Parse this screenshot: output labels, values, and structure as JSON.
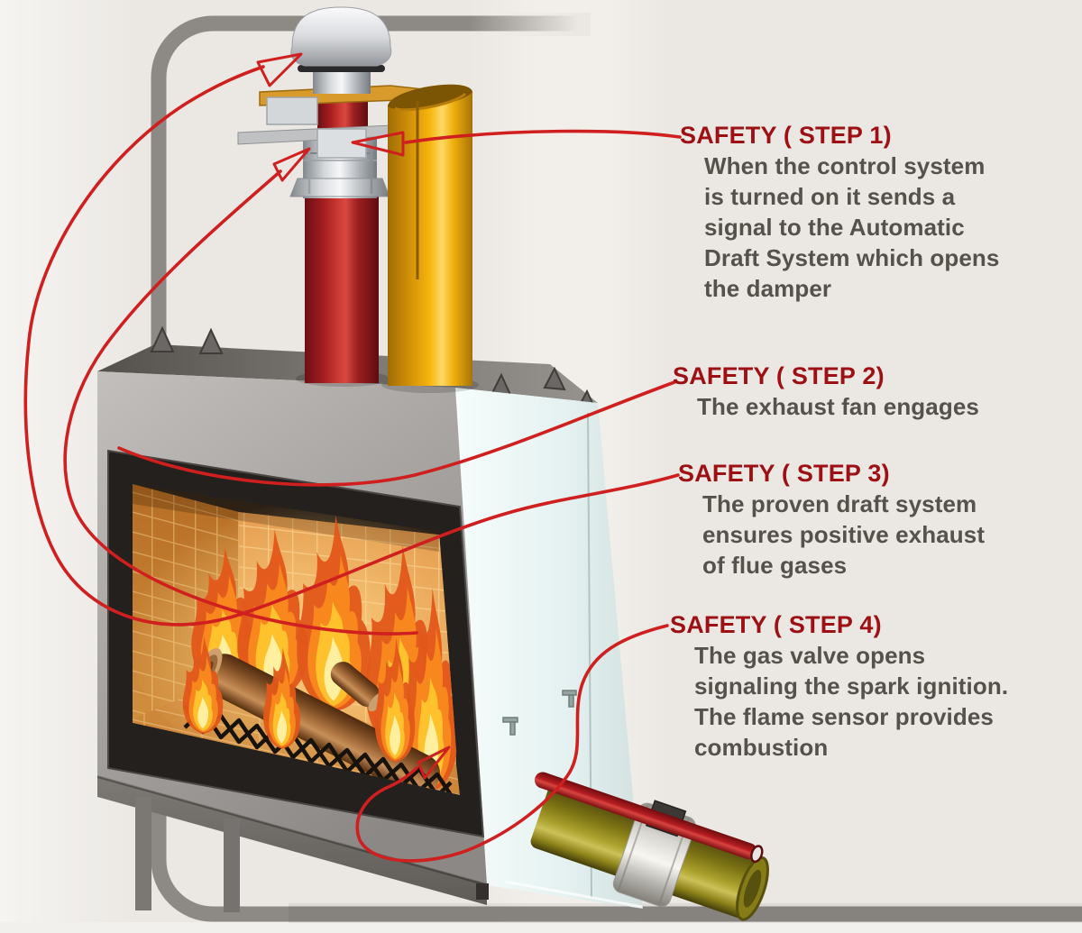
{
  "steps": [
    {
      "heading": "SAFETY ( STEP 1)",
      "body": "When the control system\nis turned on it sends a\nsignal to the Automatic\nDraft System which opens\nthe damper"
    },
    {
      "heading": "SAFETY ( STEP 2)",
      "body": "The exhaust fan engages"
    },
    {
      "heading": "SAFETY ( STEP 3)",
      "body": "The proven draft system\nensures positive exhaust\nof flue gases"
    },
    {
      "heading": "SAFETY ( STEP 4)",
      "body": "The gas valve opens\nsignaling the spark ignition.\nThe flame sensor provides\ncombustion"
    }
  ],
  "colors": {
    "heading_red": "#9d1013",
    "body_gray": "#55524c",
    "annotation_line": "#cf1f1f",
    "border_frame": "#8d8984",
    "flue_pipe_red": "#c22126",
    "vent_pipe_yellow": "#f7b60f",
    "gas_pipe_olive": "#aca22e",
    "firebox_tile_orange": "#e59d4f"
  }
}
